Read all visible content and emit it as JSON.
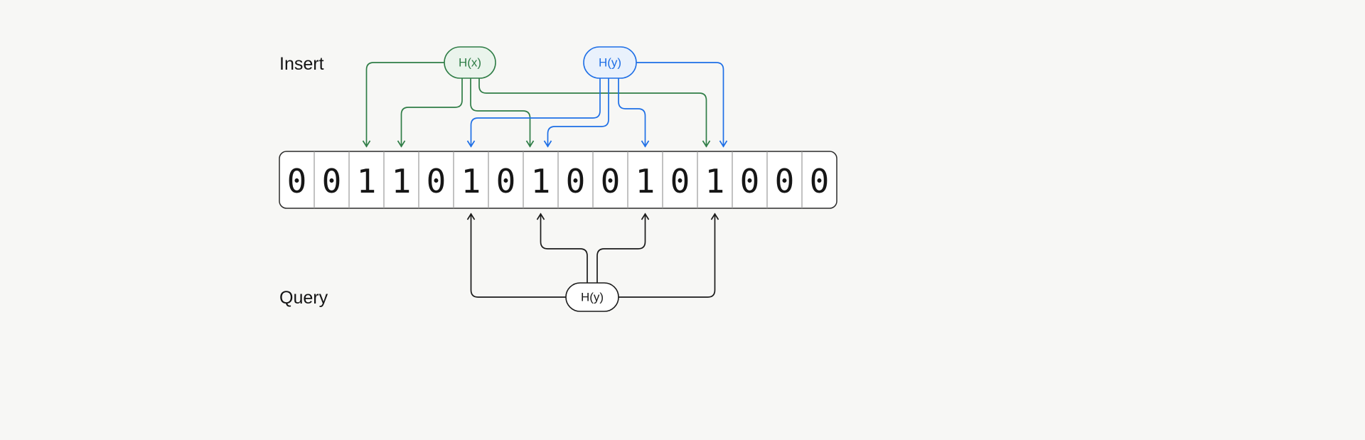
{
  "labels": {
    "insert": "Insert",
    "query": "Query"
  },
  "nodes": {
    "insert_x": {
      "label": "H(x)",
      "targets": [
        2,
        3,
        7,
        12
      ]
    },
    "insert_y": {
      "label": "H(y)",
      "targets": [
        5,
        7,
        10,
        12
      ]
    },
    "query": {
      "label": "H(y)",
      "targets": [
        5,
        7,
        10,
        12
      ]
    }
  },
  "bit_array": {
    "bits": [
      "0",
      "0",
      "1",
      "1",
      "0",
      "1",
      "0",
      "1",
      "0",
      "0",
      "1",
      "0",
      "1",
      "0",
      "0",
      "0"
    ]
  },
  "colors": {
    "green": "#2f7d46",
    "green_fill": "#eaf4ec",
    "blue": "#1e6fe6",
    "blue_fill": "#e9f1fc",
    "black": "#1a1a1a",
    "frame": "#2b2b2b",
    "separator": "#9a9a9a",
    "background": "#f7f7f5"
  }
}
